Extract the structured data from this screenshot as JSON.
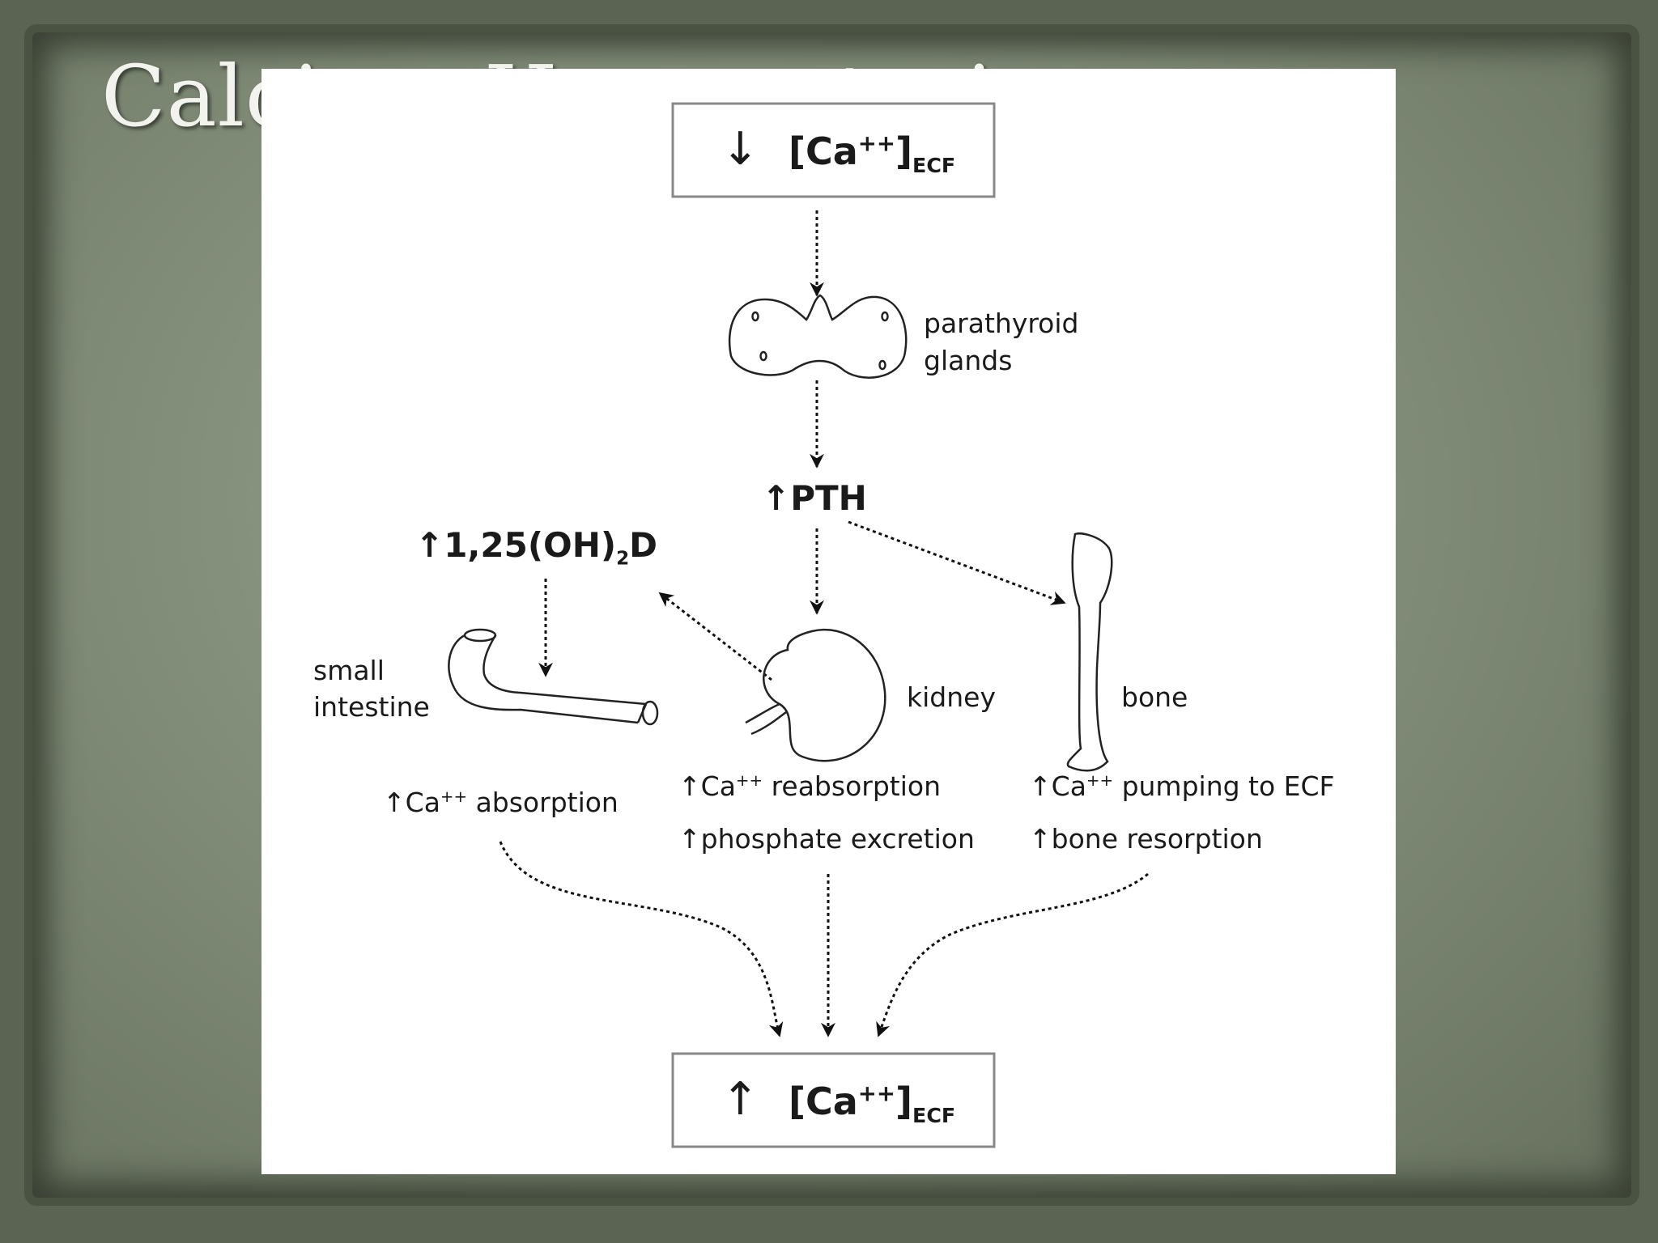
{
  "slide": {
    "title": "Calcium Homeostasis"
  },
  "diagram": {
    "top_box": {
      "arrow": "↓",
      "text": "[Ca",
      "sup": "++",
      "close": "]",
      "sub": "ECF"
    },
    "bottom_box": {
      "arrow": "↑",
      "text": "[Ca",
      "sup": "++",
      "close": "]",
      "sub": "ECF"
    },
    "parathyroid": {
      "line1": "parathyroid",
      "line2": "glands"
    },
    "pth": {
      "arrow": "↑",
      "text": "PTH"
    },
    "vitd": {
      "arrow": "↑",
      "text": "1,25(OH)",
      "sub": "2",
      "tail": "D"
    },
    "small_intestine": {
      "line1": "small",
      "line2": "intestine"
    },
    "kidney": "kidney",
    "bone": "bone",
    "effects": {
      "intestine": {
        "arrow": "↑",
        "pre": "Ca",
        "sup": "++",
        "post": " absorption"
      },
      "kidney_1": {
        "arrow": "↑",
        "pre": "Ca",
        "sup": "++",
        "post": " reabsorption"
      },
      "kidney_2": {
        "arrow": "↑",
        "post": "phosphate excretion"
      },
      "bone_1": {
        "arrow": "↑",
        "pre": "Ca",
        "sup": "++",
        "post": " pumping to ECF"
      },
      "bone_2": {
        "arrow": "↑",
        "post": "bone resorption"
      }
    }
  },
  "colors": {
    "background": "#5b6452",
    "title": "#f3f3ee",
    "figure": "#ffffff",
    "ink": "#1a1a1a"
  }
}
